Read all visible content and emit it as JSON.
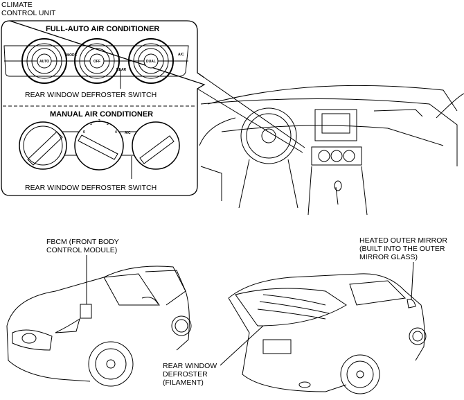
{
  "labels": {
    "climate_line1": "CLIMATE",
    "climate_line2": "CONTROL UNIT",
    "full_auto": "FULL-AUTO AIR CONDITIONER",
    "rear_switch_1": "REAR WINDOW DEFROSTER SWITCH",
    "manual": "MANUAL AIR CONDITIONER",
    "rear_switch_2": "REAR WINDOW DEFROSTER SWITCH",
    "fbcm_line1": "FBCM (FRONT BODY",
    "fbcm_line2": "CONTROL MODULE)",
    "mirror_line1": "HEATED OUTER MIRROR",
    "mirror_line2": "(BUILT INTO THE OUTER",
    "mirror_line3": "MIRROR GLASS)",
    "defroster_line1": "REAR WINDOW",
    "defroster_line2": "DEFROSTER",
    "defroster_line3": "(FILAMENT)"
  },
  "panel_text": {
    "auto": "AUTO",
    "off": "OFF",
    "dual": "DUAL",
    "mode": "MODE",
    "rear": "REAR",
    "ac": "A/C",
    "ac2": "A/C",
    "fan_speeds": [
      "0",
      "1",
      "2",
      "3",
      "4"
    ]
  }
}
